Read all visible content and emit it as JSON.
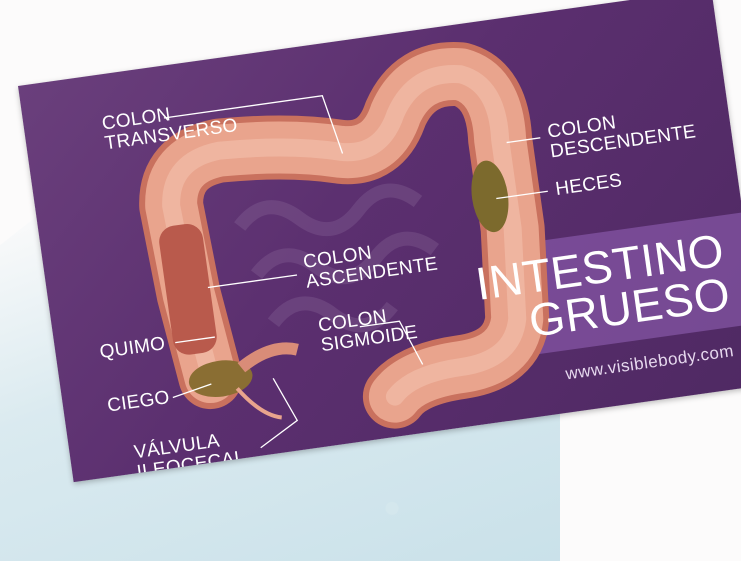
{
  "labels": {
    "colon_transverso": "COLON\nTRANSVERSO",
    "colon_descendente": "COLON\nDESCENDENTE",
    "heces": "HECES",
    "colon_ascendente": "COLON\nASCENDENTE",
    "colon_sigmoide": "COLON\nSIGMOIDE",
    "quimo": "QUIMO",
    "ciego": "CIEGO",
    "valvula_ileocecal": "VÁLVULA\nILEOCECAL"
  },
  "title": {
    "line1": "INTESTINO",
    "line2": "GRUESO"
  },
  "website": "www.visiblebody.com",
  "colors": {
    "card_background": "#5b2f6f",
    "colon": "#e9a48d",
    "colon_dark": "#c9715e",
    "feces": "#7c6a2d",
    "text": "#ffffff"
  }
}
